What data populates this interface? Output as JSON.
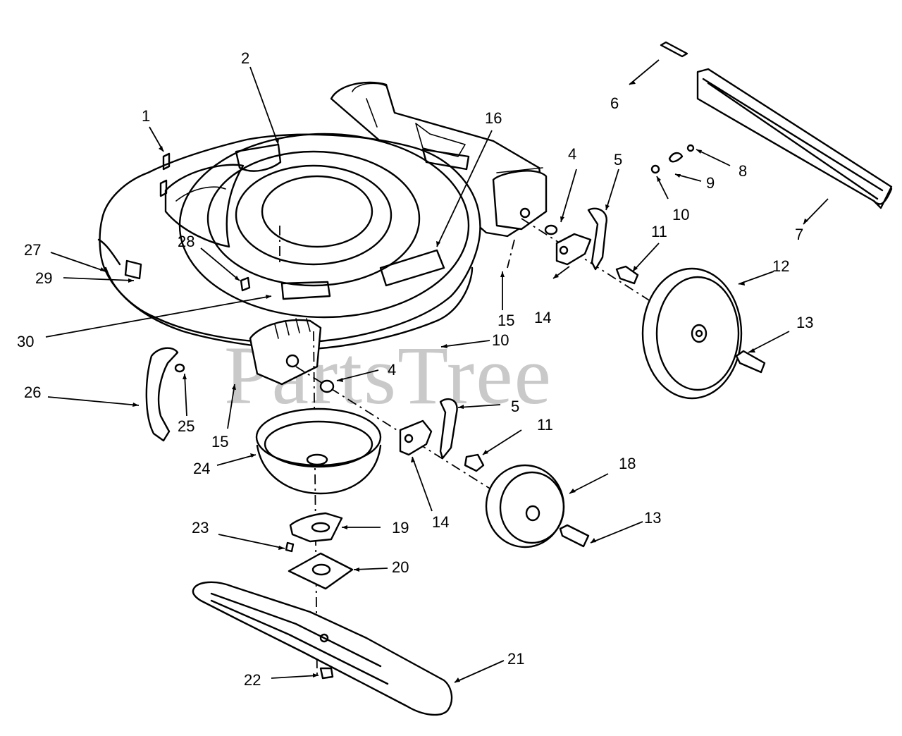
{
  "watermark": "PartsTree",
  "callouts": [
    {
      "id": "1",
      "text": "1"
    },
    {
      "id": "2",
      "text": "2"
    },
    {
      "id": "4a",
      "text": "4"
    },
    {
      "id": "4b",
      "text": "4"
    },
    {
      "id": "5a",
      "text": "5"
    },
    {
      "id": "5b",
      "text": "5"
    },
    {
      "id": "6",
      "text": "6"
    },
    {
      "id": "7",
      "text": "7"
    },
    {
      "id": "8",
      "text": "8"
    },
    {
      "id": "9",
      "text": "9"
    },
    {
      "id": "10a",
      "text": "10"
    },
    {
      "id": "10b",
      "text": "10"
    },
    {
      "id": "11a",
      "text": "11"
    },
    {
      "id": "11b",
      "text": "11"
    },
    {
      "id": "12",
      "text": "12"
    },
    {
      "id": "13a",
      "text": "13"
    },
    {
      "id": "13b",
      "text": "13"
    },
    {
      "id": "14a",
      "text": "14"
    },
    {
      "id": "14b",
      "text": "14"
    },
    {
      "id": "15a",
      "text": "15"
    },
    {
      "id": "15b",
      "text": "15"
    },
    {
      "id": "16",
      "text": "16"
    },
    {
      "id": "18",
      "text": "18"
    },
    {
      "id": "19",
      "text": "19"
    },
    {
      "id": "20",
      "text": "20"
    },
    {
      "id": "21",
      "text": "21"
    },
    {
      "id": "22",
      "text": "22"
    },
    {
      "id": "23",
      "text": "23"
    },
    {
      "id": "24",
      "text": "24"
    },
    {
      "id": "25",
      "text": "25"
    },
    {
      "id": "26",
      "text": "26"
    },
    {
      "id": "27",
      "text": "27"
    },
    {
      "id": "28",
      "text": "28"
    },
    {
      "id": "29",
      "text": "29"
    },
    {
      "id": "30",
      "text": "30"
    }
  ]
}
